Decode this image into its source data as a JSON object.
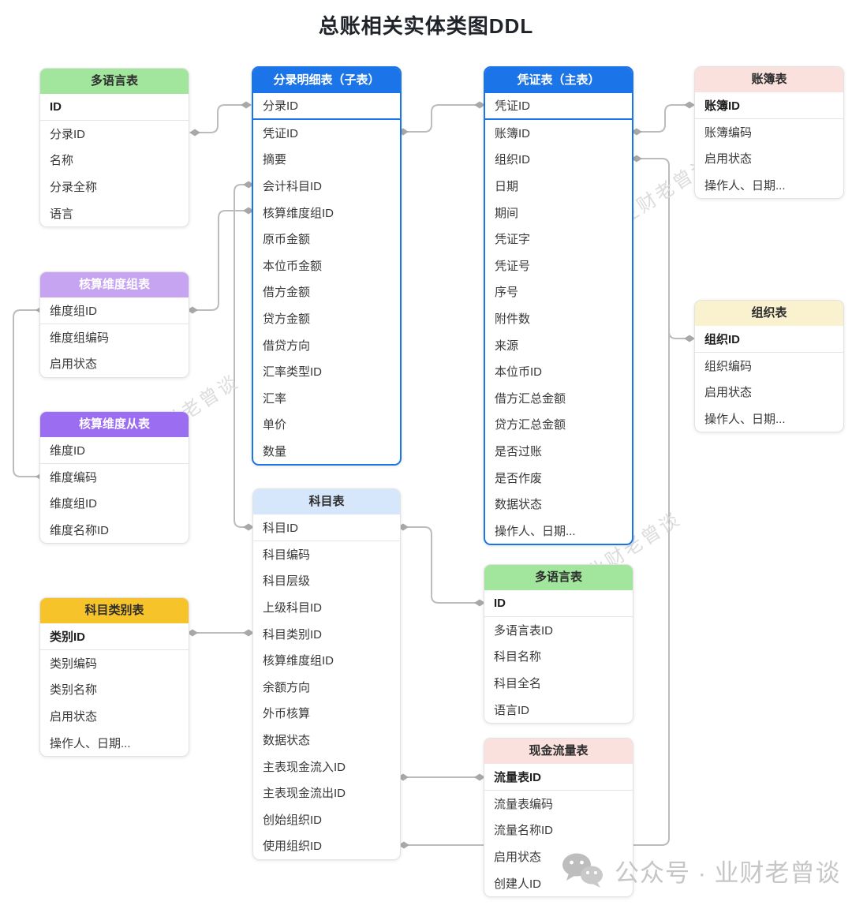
{
  "title": "总账相关实体类图DDL",
  "colors": {
    "primary_blue": "#1b74e8",
    "green_header": "#a2e59c",
    "pink_header": "#fbe1dd",
    "lavender_header": "#c7a4f2",
    "purple_header": "#9b6df0",
    "cream_header": "#faf2cf",
    "lightblue_header": "#d7e7fb",
    "gold_header": "#f6c42a",
    "connector_gray": "#bcbcbc",
    "watermark_gray": "#dcdcdc",
    "footer_gray": "#c6c6c6"
  },
  "tables": [
    {
      "title": "多语言表",
      "pk_fields": [
        "ID"
      ],
      "fields": [
        "分录ID",
        "名称",
        "分录全称",
        "语言"
      ]
    },
    {
      "title": "分录明细表（子表）",
      "pk_fields": [
        "分录ID"
      ],
      "fields": [
        "凭证ID",
        "摘要",
        "会计科目ID",
        "核算维度组ID",
        "原币金额",
        "本位币金额",
        "借方金额",
        "贷方金额",
        "借贷方向",
        "汇率类型ID",
        "汇率",
        "单价",
        "数量"
      ]
    },
    {
      "title": "凭证表（主表）",
      "pk_fields": [
        "凭证ID"
      ],
      "fields": [
        "账簿ID",
        "组织ID",
        "日期",
        "期间",
        "凭证字",
        "凭证号",
        "序号",
        "附件数",
        "来源",
        "本位币ID",
        "借方汇总金额",
        "贷方汇总金额",
        "是否过账",
        "是否作废",
        "数据状态",
        "操作人、日期..."
      ]
    },
    {
      "title": "账簿表",
      "pk_fields": [
        "账簿ID"
      ],
      "fields": [
        "账簿编码",
        "启用状态",
        "操作人、日期..."
      ]
    },
    {
      "title": "核算维度组表",
      "pk_fields": [
        "维度组ID"
      ],
      "fields": [
        "维度组编码",
        "启用状态"
      ]
    },
    {
      "title": "核算维度从表",
      "pk_fields": [
        "维度ID"
      ],
      "fields": [
        "维度编码",
        "维度组ID",
        "维度名称ID"
      ]
    },
    {
      "title": "组织表",
      "pk_fields": [
        "组织ID"
      ],
      "fields": [
        "组织编码",
        "启用状态",
        "操作人、日期..."
      ]
    },
    {
      "title": "科目表",
      "pk_fields": [
        "科目ID"
      ],
      "fields": [
        "科目编码",
        "科目层级",
        "上级科目ID",
        "科目类别ID",
        "核算维度组ID",
        "余额方向",
        "外币核算",
        "数据状态",
        "主表现金流入ID",
        "主表现金流出ID",
        "创始组织ID",
        "使用组织ID"
      ]
    },
    {
      "title": "科目类别表",
      "pk_fields": [
        "类别ID"
      ],
      "fields": [
        "类别编码",
        "类别名称",
        "启用状态",
        "操作人、日期..."
      ]
    },
    {
      "title": "多语言表",
      "pk_fields": [
        "ID"
      ],
      "fields": [
        "多语言表ID",
        "科目名称",
        "科目全名",
        "语言ID"
      ]
    },
    {
      "title": "现金流量表",
      "pk_fields": [
        "流量表ID"
      ],
      "fields": [
        "流量表编码",
        "流量名称ID",
        "启用状态",
        "创建人ID"
      ]
    }
  ],
  "connections": [
    {
      "from": "多语言表.分录ID",
      "to": "分录明细表（子表）.分录ID"
    },
    {
      "from": "分录明细表（子表）.凭证ID",
      "to": "凭证表（主表）.凭证ID"
    },
    {
      "from": "凭证表（主表）.账簿ID",
      "to": "账簿表.账簿ID"
    },
    {
      "from": "凭证表（主表）.组织ID",
      "to": "组织表.组织ID"
    },
    {
      "from": "分录明细表（子表）.核算维度组ID",
      "to": "核算维度组表.维度组ID"
    },
    {
      "from": "核算维度组表.维度组ID",
      "to": "核算维度从表.维度编码"
    },
    {
      "from": "分录明细表（子表）.会计科目ID",
      "to": "科目表.科目ID"
    },
    {
      "from": "科目类别表.类别ID",
      "to": "科目表.科目类别ID"
    },
    {
      "from": "科目表.科目ID",
      "to": "多语言表.ID"
    },
    {
      "from": "科目表.主表现金流入ID",
      "to": "现金流量表.流量表ID"
    },
    {
      "from": "科目表.使用组织ID",
      "to": "组织表.组织ID"
    }
  ],
  "watermarks": [
    "业财老曾谈",
    "业财老曾谈",
    "业财老曾谈"
  ],
  "footer": {
    "icon": "wechat-icon",
    "text": "公众号 · 业财老曾谈"
  }
}
